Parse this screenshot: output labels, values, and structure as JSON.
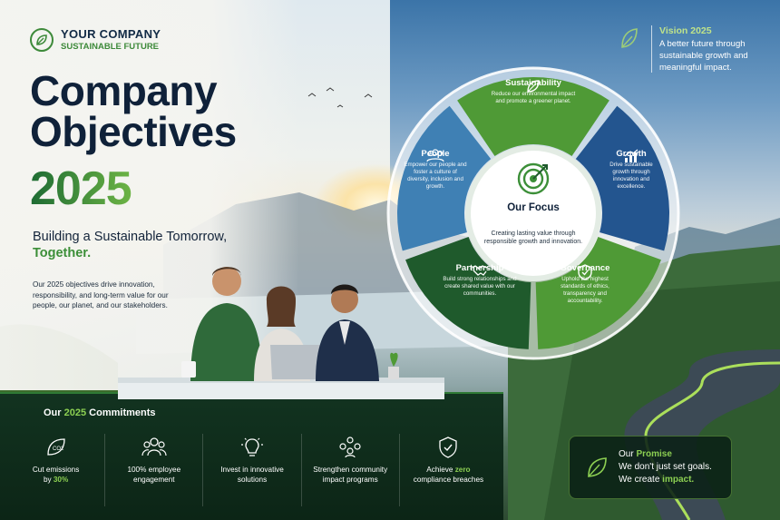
{
  "brand": {
    "name": "YOUR COMPANY",
    "tagline": "SUSTAINABLE FUTURE",
    "icon": "leaf-icon"
  },
  "hero": {
    "title_line1": "Company",
    "title_line2": "Objectives",
    "year": "2025",
    "subtitle_line1": "Building a Sustainable Tomorrow,",
    "subtitle_accent": "Together.",
    "description": "Our 2025 objectives drive innovation, responsibility, and long-term value for our people, our planet, and our stakeholders."
  },
  "vision": {
    "title": "Vision 2025",
    "text": "A better future through sustainable growth and meaningful impact.",
    "icon": "leaf-icon"
  },
  "focus": {
    "title": "Our Focus",
    "description": "Creating lasting value through responsible growth and innovation.",
    "icon": "target-icon",
    "segments": [
      {
        "title": "Sustainability",
        "description": "Reduce our environmental impact and promote a greener planet.",
        "icon": "leaf-icon",
        "color": "#4f9a36"
      },
      {
        "title": "Growth",
        "description": "Drive sustainable growth through innovation and excellence.",
        "icon": "chart-up-icon",
        "color": "#23558f"
      },
      {
        "title": "Governance",
        "description": "Uphold the highest standards of ethics, transparency and accountability.",
        "icon": "shield-check-icon",
        "color": "#4f9a36"
      },
      {
        "title": "Partnership",
        "description": "Build strong relationships and create shared value with our communities.",
        "icon": "handshake-icon",
        "color": "#1f5a2c"
      },
      {
        "title": "People",
        "description": "Empower our people and foster a culture of diversity, inclusion and growth.",
        "icon": "people-icon",
        "color": "#3f80b4"
      }
    ]
  },
  "commitments": {
    "heading_prefix": "Our",
    "heading_accent": "2025",
    "heading_suffix": "Commitments",
    "items": [
      {
        "line1": "Cut emissions",
        "line2_prefix": "by",
        "line2_accent": "30%",
        "icon": "co2-leaf-icon"
      },
      {
        "line1": "100% employee",
        "line2_prefix": "engagement",
        "line2_accent": "",
        "icon": "team-icon"
      },
      {
        "line1": "Invest in innovative",
        "line2_prefix": "solutions",
        "line2_accent": "",
        "icon": "lightbulb-icon"
      },
      {
        "line1": "Strengthen community",
        "line2_prefix": "impact programs",
        "line2_accent": "",
        "icon": "community-icon"
      },
      {
        "line1": "Achieve",
        "line1_accent": "zero",
        "line2_prefix": "compliance breaches",
        "line2_accent": "",
        "icon": "shield-check-icon"
      }
    ]
  },
  "promise": {
    "title_prefix": "Our",
    "title_accent": "Promise",
    "line2": "We don't just set goals.",
    "line3_prefix": "We create",
    "line3_accent": "impact.",
    "icon": "leaf-icon"
  },
  "colors": {
    "navy": "#0f2139",
    "green": "#3c8f38",
    "accent_green": "#8ccf52",
    "dark_panel": "#123320"
  }
}
